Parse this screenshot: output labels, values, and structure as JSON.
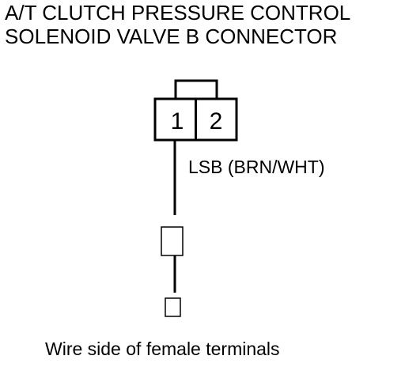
{
  "title": {
    "line1": "A/T CLUTCH PRESSURE CONTROL",
    "line2": "SOLENOID VALVE B CONNECTOR"
  },
  "connector": {
    "pins": [
      "1",
      "2"
    ]
  },
  "wire": {
    "label": "LSB (BRN/WHT)"
  },
  "caption": "Wire side of female terminals"
}
